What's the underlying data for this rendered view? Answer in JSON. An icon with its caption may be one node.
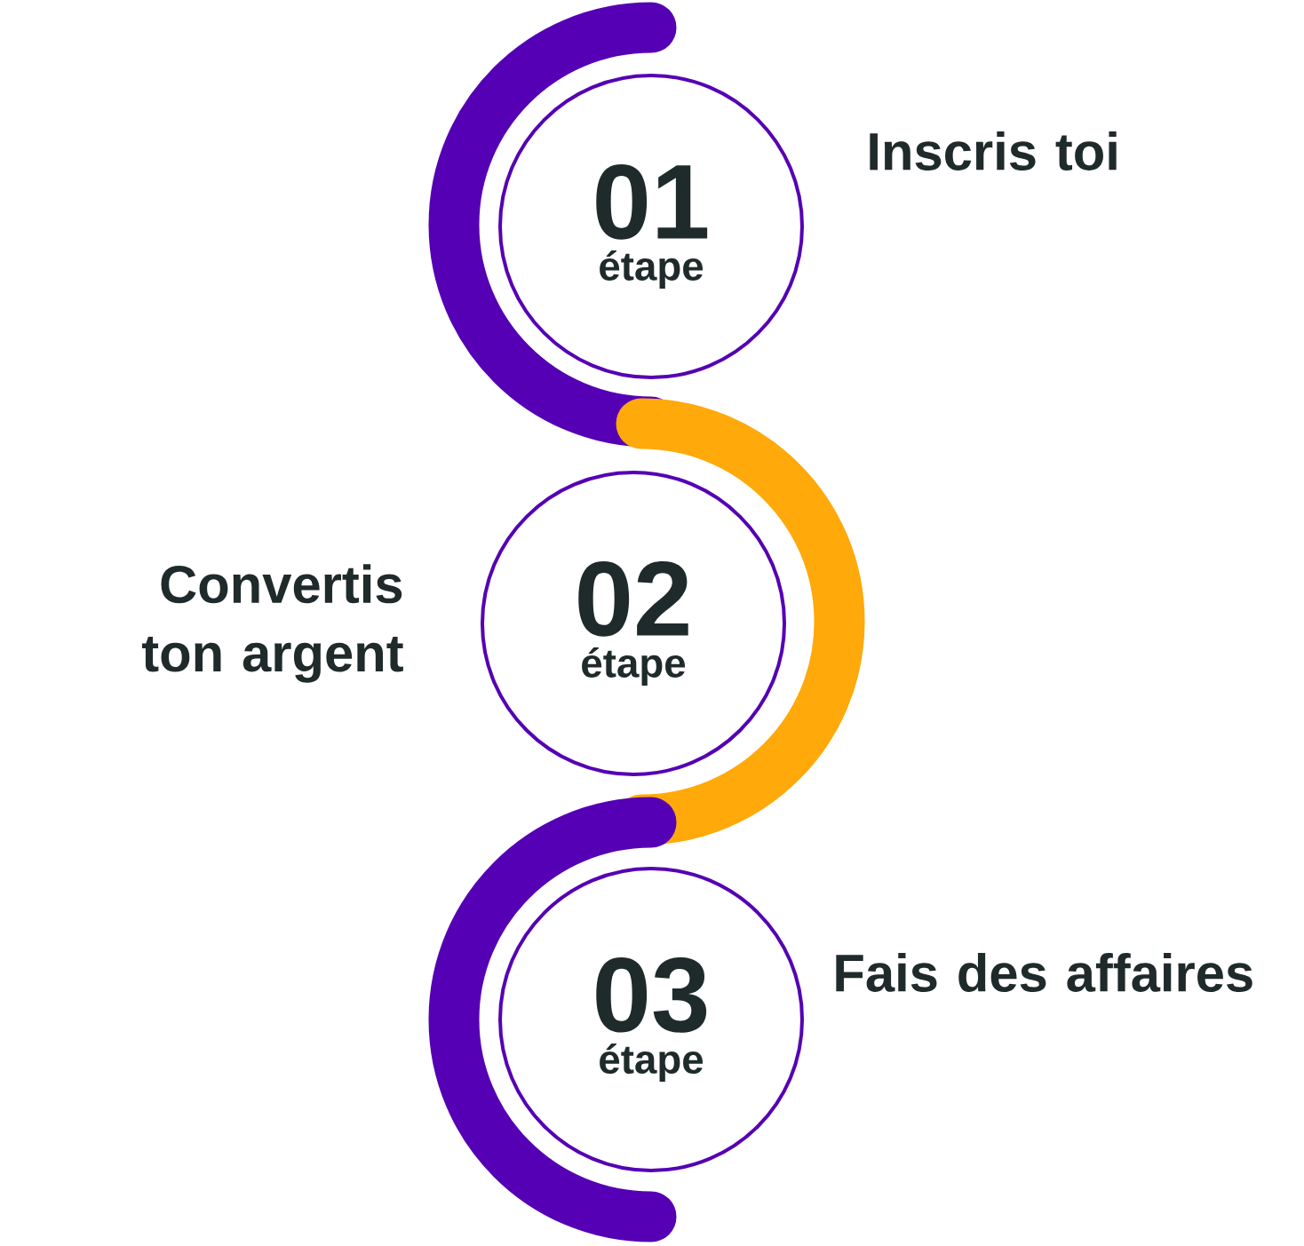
{
  "diagram": {
    "nodes": [
      {
        "text": [
          "01",
          "étape"
        ],
        "beside": [
          "Inscris toi"
        ]
      },
      {
        "text": [
          "02",
          "étape"
        ],
        "beside": [
          "Convertis ton argent"
        ]
      },
      {
        "text": [
          "03",
          "étape"
        ],
        "beside": [
          "Fais des affaires"
        ]
      }
    ]
  }
}
